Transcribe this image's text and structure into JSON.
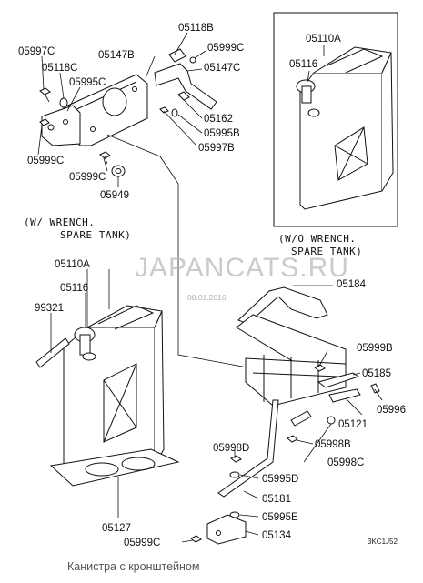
{
  "labels": {
    "p05118B": "05118B",
    "p05999C_top": "05999C",
    "p05997C": "05997C",
    "p05147B": "05147B",
    "p05147C": "05147C",
    "p05118C": "05118C",
    "p05995C": "05995C",
    "p05162": "05162",
    "p05995B": "05995B",
    "p05997B": "05997B",
    "p05999C_left": "05999C",
    "p05999C_mid": "05999C",
    "p05949": "05949",
    "p05110A_right": "05110A",
    "p05116_right": "05116",
    "p05110A_left": "05110A",
    "p05116_left": "05116",
    "p99321": "99321",
    "p05184": "05184",
    "p05999B": "05999B",
    "p05185": "05185",
    "p05996": "05996",
    "p05121": "05121",
    "p05998D": "05998D",
    "p05998B": "05998B",
    "p05998C": "05998C",
    "p05995D": "05995D",
    "p05181": "05181",
    "p05995E": "05995E",
    "p05134": "05134",
    "p05127": "05127",
    "p05999C_bottom": "05999C"
  },
  "groups": {
    "with_wrench_line1": "(W/ WRENCH.",
    "with_wrench_line2": "SPARE TANK)",
    "without_wrench_line1": "(W/O WRENCH.",
    "without_wrench_line2": "SPARE TANK)"
  },
  "diagram_code": "3KC1J52",
  "watermark": {
    "text": "JAPANCATS.RU",
    "date": "08.01.2016"
  },
  "caption": "Канистра с кронштейном"
}
